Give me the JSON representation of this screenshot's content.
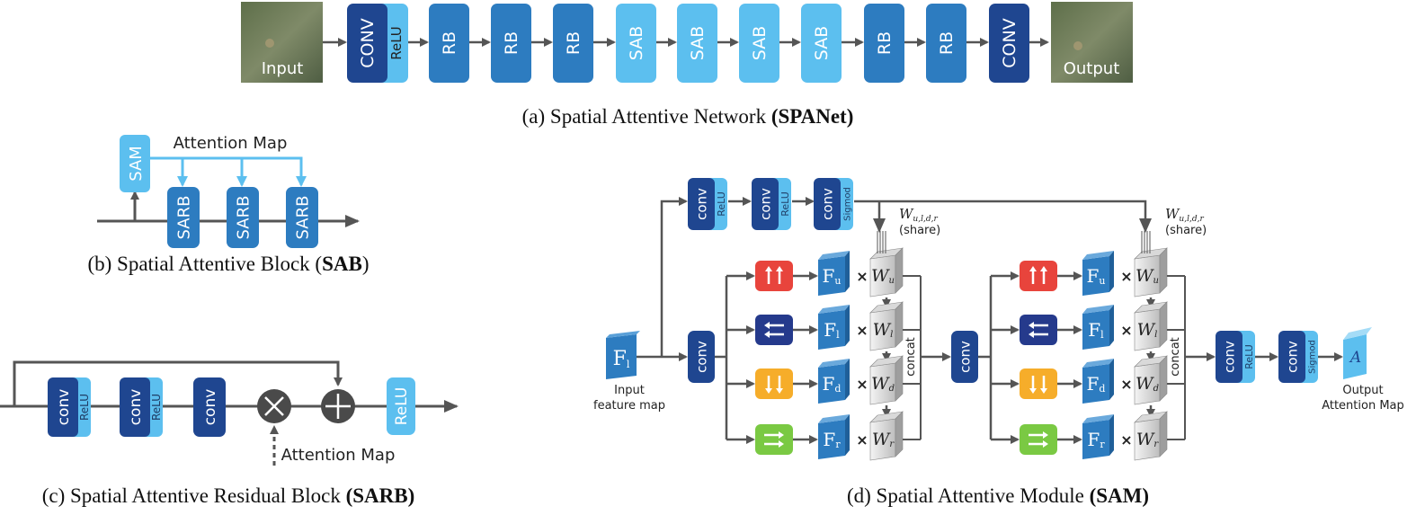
{
  "panel_a": {
    "input_label": "Input",
    "output_label": "Output",
    "blocks": [
      "CONV",
      "RB",
      "RB",
      "RB",
      "SAB",
      "SAB",
      "SAB",
      "SAB",
      "RB",
      "RB",
      "CONV"
    ],
    "relu_label": "ReLU",
    "caption_prefix": "(a) Spatial Attentive Network ",
    "caption_bold": "(SPANet)"
  },
  "panel_b": {
    "sam_label": "SAM",
    "attention_label": "Attention Map",
    "sarb_label": "SARB",
    "caption_prefix": "(b) Spatial Attentive Block (",
    "caption_bold": "SAB",
    "caption_suffix": ")"
  },
  "panel_c": {
    "conv_label": "conv",
    "relu_label": "ReLU",
    "attention_label": "Attention Map",
    "caption_prefix": "(c) Spatial Attentive Residual Block ",
    "caption_bold": "(SARB)"
  },
  "panel_d": {
    "conv_label": "conv",
    "relu_label": "ReLU",
    "sigmoid_label": "Sigmod",
    "concat_label": "concat",
    "share_label": "(share)",
    "weight_label_1": "W",
    "weight_sub_1": "u,l,d,r",
    "weight_label_2": "W",
    "weight_sub_2": "u,l,d,r",
    "fl_label": "F",
    "fl_sub": "l",
    "f_subs": [
      "u",
      "l",
      "d",
      "r"
    ],
    "w_subs": [
      "u",
      "l",
      "d",
      "r"
    ],
    "input_line1": "Input",
    "input_line2": "feature map",
    "output_symbol": "A",
    "output_line1": "Output",
    "output_line2": "Attention Map",
    "caption_prefix": "(d) Spatial Attentive Module ",
    "caption_bold": "(SAM)"
  },
  "colors": {
    "conv_dark": "#1f4690",
    "rb": "#2d7cc0",
    "light": "#5cbfef",
    "arrow": "#555555",
    "red": "#e8443c",
    "navy": "#253a8c",
    "orange": "#f6ad2a",
    "green": "#7ac943"
  }
}
